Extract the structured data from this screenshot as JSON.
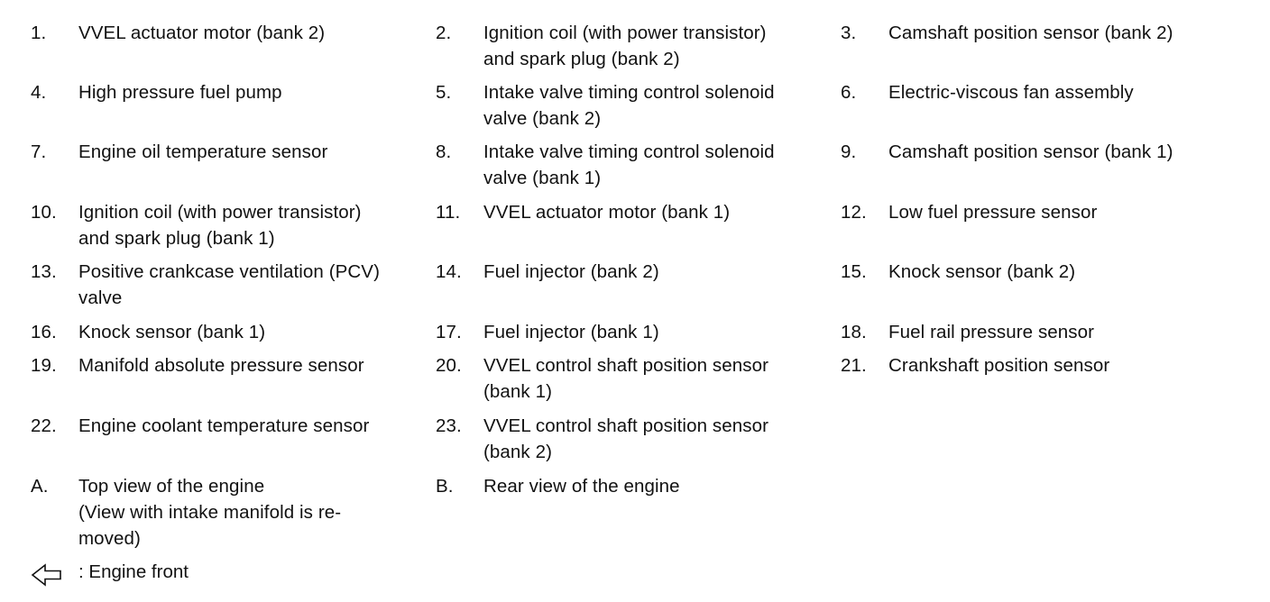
{
  "rows": [
    [
      {
        "num": "1.",
        "text": "VVEL actuator motor (bank 2)"
      },
      {
        "num": "2.",
        "text": "Ignition coil (with power transistor)\nand spark plug (bank 2)"
      },
      {
        "num": "3.",
        "text": "Camshaft position sensor (bank 2)"
      }
    ],
    [
      {
        "num": "4.",
        "text": "High pressure fuel pump"
      },
      {
        "num": "5.",
        "text": "Intake valve timing control solenoid\nvalve (bank 2)"
      },
      {
        "num": "6.",
        "text": "Electric-viscous fan assembly"
      }
    ],
    [
      {
        "num": "7.",
        "text": "Engine oil temperature sensor"
      },
      {
        "num": "8.",
        "text": "Intake valve timing control solenoid\nvalve (bank 1)"
      },
      {
        "num": "9.",
        "text": "Camshaft position sensor (bank 1)"
      }
    ],
    [
      {
        "num": "10.",
        "text": "Ignition coil (with power transistor)\nand spark plug (bank 1)"
      },
      {
        "num": "11.",
        "text": "VVEL actuator motor (bank 1)"
      },
      {
        "num": "12.",
        "text": "Low fuel pressure sensor"
      }
    ],
    [
      {
        "num": "13.",
        "text": "Positive crankcase ventilation (PCV)\nvalve"
      },
      {
        "num": "14.",
        "text": "Fuel injector (bank 2)"
      },
      {
        "num": "15.",
        "text": "Knock sensor (bank 2)"
      }
    ],
    [
      {
        "num": "16.",
        "text": "Knock sensor (bank 1)"
      },
      {
        "num": "17.",
        "text": "Fuel injector (bank 1)"
      },
      {
        "num": "18.",
        "text": "Fuel rail pressure sensor"
      }
    ],
    [
      {
        "num": "19.",
        "text": "Manifold absolute pressure sensor"
      },
      {
        "num": "20.",
        "text": "VVEL control shaft position sensor\n(bank 1)"
      },
      {
        "num": "21.",
        "text": "Crankshaft position sensor"
      }
    ],
    [
      {
        "num": "22.",
        "text": "Engine coolant temperature sensor"
      },
      {
        "num": "23.",
        "text": "VVEL control shaft position sensor\n(bank 2)"
      },
      {
        "num": "",
        "text": ""
      }
    ],
    [
      {
        "num": "A.",
        "text": "Top view of the engine\n(View with intake manifold is re-\nmoved)"
      },
      {
        "num": "B.",
        "text": "Rear view of the engine"
      },
      {
        "num": "",
        "text": ""
      }
    ]
  ],
  "engine_front": {
    "icon": "hollow-arrow-left-icon",
    "label": ": Engine front"
  }
}
